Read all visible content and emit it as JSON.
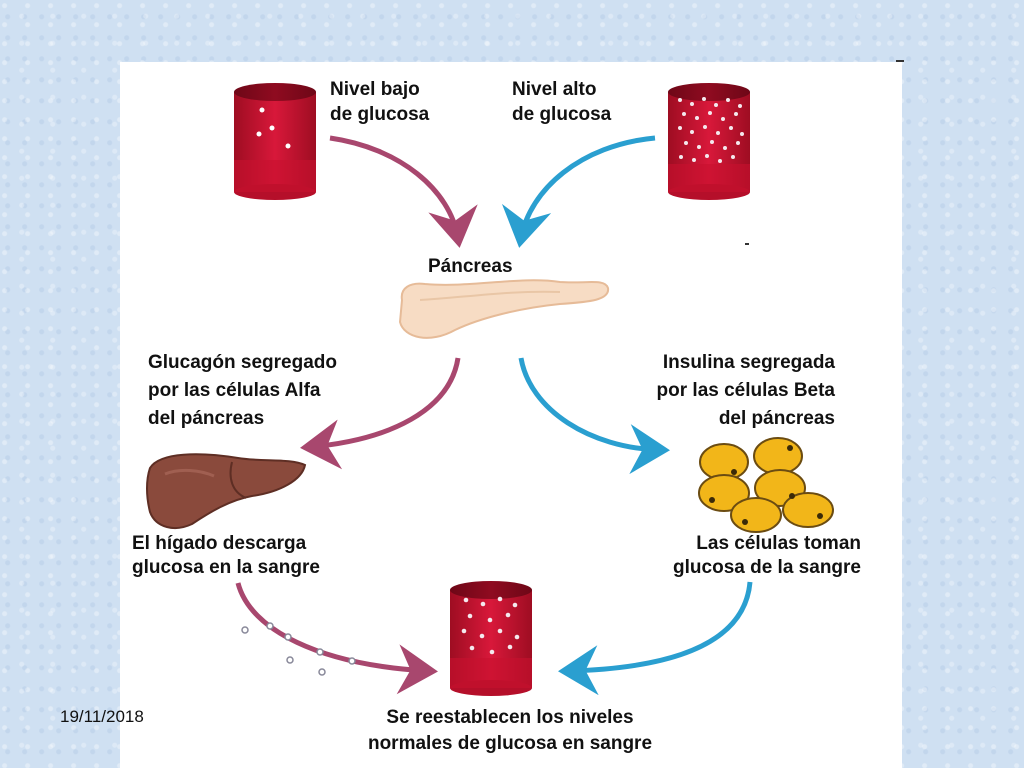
{
  "diagram": {
    "low_glucose_label": "Nivel bajo\nde glucosa",
    "high_glucose_label": "Nivel alto\nde glucosa",
    "pancreas_label": "Páncreas",
    "glucagon_label": "Glucagón segregado\npor las células Alfa\ndel páncreas",
    "insulin_label": "Insulina segregada\npor las células Beta\ndel páncreas",
    "liver_label": "El hígado descarga\nglucosa en la sangre",
    "cells_label": "Las células toman\nglucosa de la sangre",
    "restore_label": "Se reestablecen los niveles\nnormales de glucosa en sangre"
  },
  "footer": {
    "date": "19/11/2018"
  },
  "colors": {
    "glucagon_arrow": "#a8476e",
    "insulin_arrow": "#2a9fd0",
    "vessel": "#c8102e",
    "liver": "#8a4a3c",
    "fat_cell": "#f2b619",
    "pancreas": "#f7dcc4"
  }
}
